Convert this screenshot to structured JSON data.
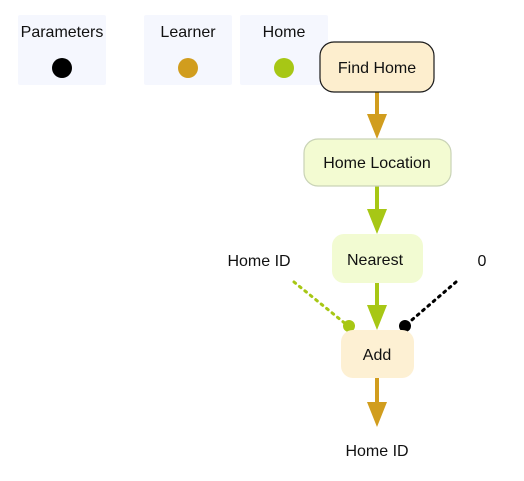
{
  "legend": [
    {
      "label": "Parameters",
      "color": "#000000"
    },
    {
      "label": "Learner",
      "color": "#d19d1e"
    },
    {
      "label": "Home",
      "color": "#a7c715"
    }
  ],
  "nodes": {
    "find_home": "Find Home",
    "home_location": "Home Location",
    "nearest": "Nearest",
    "add": "Add"
  },
  "labels": {
    "home_id_input": "Home ID",
    "zero_input": "0",
    "home_id_output": "Home ID"
  },
  "colors": {
    "learner": "#d19d1e",
    "home": "#a7c715",
    "parameters": "#000000",
    "learner_fill": "#fdeece",
    "home_fill": "#f3fbd2",
    "nearest_fill": "#f2fbd2",
    "add_fill": "#fdf0d3"
  }
}
